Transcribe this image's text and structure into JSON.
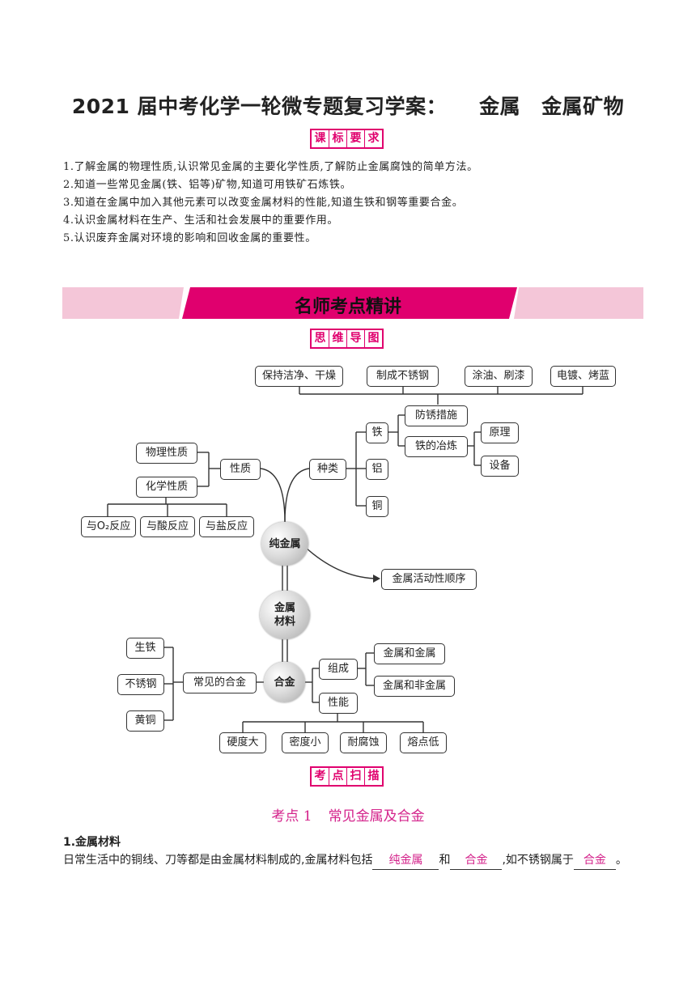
{
  "doc": {
    "title_main": "2021 届中考化学一轮微专题复习学案：",
    "title_sub1": "金属",
    "title_sub2": "金属矿物"
  },
  "tags": {
    "standards": [
      "课",
      "标",
      "要",
      "求"
    ],
    "mindmap": [
      "思",
      "维",
      "导",
      "图"
    ],
    "scan": [
      "考",
      "点",
      "扫",
      "描"
    ]
  },
  "requirements": [
    "1.了解金属的物理性质,认识常见金属的主要化学性质,了解防止金属腐蚀的简单方法。",
    "2.知道一些常见金属(铁、铝等)矿物,知道可用铁矿石炼铁。",
    "3.知道在金属中加入其他元素可以改变金属材料的性能,知道生铁和钢等重要合金。",
    "4.认识金属材料在生产、生活和社会发展中的重要作用。",
    "5.认识废弃金属对环境的影响和回收金属的重要性。"
  ],
  "banner": {
    "text": "名师考点精讲",
    "color": "#e0006e",
    "light": "#f4c6d8"
  },
  "mindmap": {
    "top_measures": [
      "保持洁净、干燥",
      "制成不锈钢",
      "涂油、刷漆",
      "电镀、烤蓝"
    ],
    "fangxiu": "防锈措施",
    "tie": "铁",
    "tie_yelian": "铁的冶炼",
    "yuanli": "原理",
    "shebei": "设备",
    "lv": "铝",
    "tong": "铜",
    "zhonglei": "种类",
    "xingzhi": "性质",
    "wuli": "物理性质",
    "huaxue": "化学性质",
    "react_o2": "与O₂反应",
    "react_acid": "与酸反应",
    "react_salt": "与盐反应",
    "chunjinshu": "纯金属",
    "huodong": "金属活动性顺序",
    "cailiao_1": "金属",
    "cailiao_2": "材料",
    "hejin": "合金",
    "changjian": "常见的合金",
    "shengtie": "生铁",
    "buxiugang": "不锈钢",
    "huangtong": "黄铜",
    "zucheng": "组成",
    "jj": "金属和金属",
    "jf": "金属和非金属",
    "xingneng": "性能",
    "props": [
      "硬度大",
      "密度小",
      "耐腐蚀",
      "熔点低"
    ]
  },
  "kaodian": {
    "num": "考点 1",
    "name": "常见金属及合金"
  },
  "section1": {
    "heading": "1.金属材料",
    "text_a": "日常生活中的铜线、刀等都是由金属材料制成的,金属材料包括",
    "blank1": "纯金属",
    "text_b": "和",
    "blank2": "合金",
    "text_c": ",如不锈钢属于",
    "blank3": "合金",
    "text_d": "。"
  }
}
